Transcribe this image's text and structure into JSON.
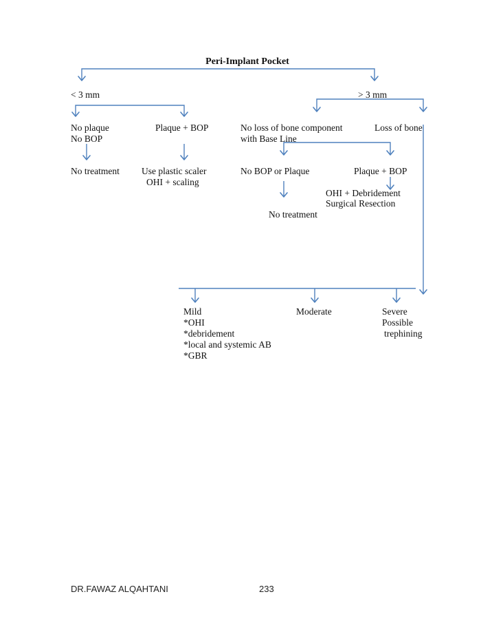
{
  "diagram": {
    "title": "Peri-Implant Pocket",
    "less_3mm": "< 3 mm",
    "more_3mm": "> 3 mm",
    "no_plaque": "No plaque",
    "no_bop": "No BOP",
    "plaque_bop_left": "Plaque + BOP",
    "no_treatment_left": "No treatment",
    "plastic_scaler": "Use plastic scaler",
    "ohi_scaling": "OHI + scaling",
    "no_loss_bone": "No loss of bone component",
    "with_base_line": "with Base Line",
    "loss_of_bone": "Loss of bone",
    "no_bop_plaque": "No BOP or Plaque",
    "plaque_bop_right": "Plaque + BOP",
    "no_treatment_right": "No treatment",
    "ohi_debridement": "OHI + Debridement",
    "surgical_resection": "Surgical Resection",
    "mild": "Mild",
    "mild_items": [
      "*OHI",
      "*debridement",
      "*local and systemic AB",
      "*GBR"
    ],
    "moderate": "Moderate",
    "severe": "Severe",
    "possible": "Possible",
    "trephining": "trephining"
  },
  "footer": {
    "author": "DR.FAWAZ ALQAHTANI",
    "page_number": "233"
  },
  "colors": {
    "arrow": "#4f81bd",
    "text": "#111111"
  }
}
